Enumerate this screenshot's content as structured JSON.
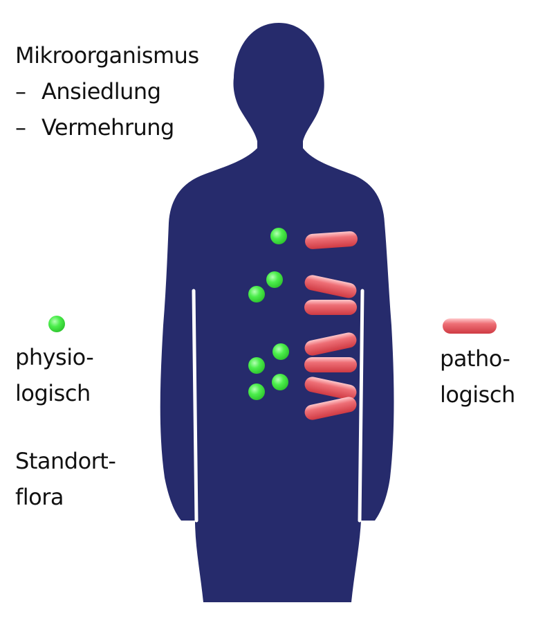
{
  "header": {
    "title": "Mikroorganismus",
    "items": [
      {
        "dash": "–",
        "label": "Ansiedlung"
      },
      {
        "dash": "–",
        "label": "Vermehrung"
      }
    ]
  },
  "legend_left": {
    "line1": "physio-",
    "line2": "logisch",
    "flora_line1": "Standort-",
    "flora_line2": "flora"
  },
  "legend_right": {
    "line1": "patho-",
    "line2": "logisch"
  },
  "colors": {
    "silhouette": "#262b6c",
    "physiological": "#3fe63f",
    "pathological": "#e4545c",
    "text": "#111111"
  }
}
